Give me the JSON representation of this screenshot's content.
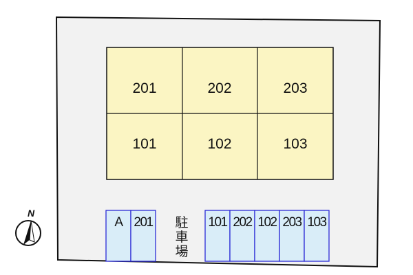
{
  "colors": {
    "site": "#f2f2f2",
    "building": "#fbf5c3",
    "parking_fill": "#d9edf8",
    "parking_border": "#2b2bd6",
    "outline": "#111111"
  },
  "building": {
    "upper_units": [
      "201",
      "202",
      "203"
    ],
    "lower_units": [
      "101",
      "102",
      "103"
    ]
  },
  "parking": {
    "left_spaces": [
      "A",
      "201"
    ],
    "right_spaces": [
      "101",
      "202",
      "102",
      "203",
      "103"
    ]
  },
  "parking_lot_label": [
    "駐",
    "車",
    "場"
  ],
  "compass": {
    "north_label": "N",
    "icon": "north-arrow-icon"
  }
}
